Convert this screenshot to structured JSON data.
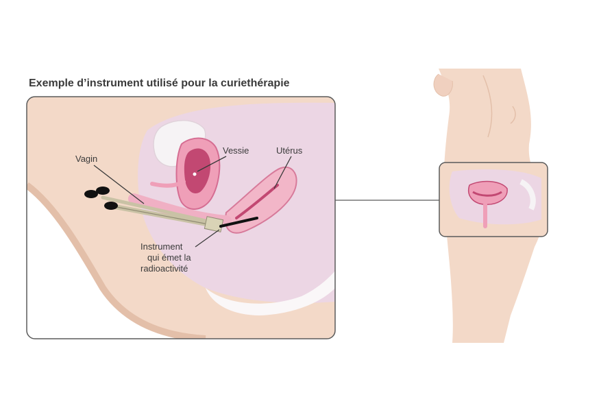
{
  "title": "Exemple d’instrument utilisé pour la curiethérapie",
  "labels": {
    "vagin": "Vagin",
    "vessie": "Vessie",
    "uterus": "Utérus",
    "instrument_line1": "Instrument",
    "instrument_line2": "qui émet la",
    "instrument_line3": "radioactivité"
  },
  "colors": {
    "skin": "#f3d9c8",
    "skin_dark": "#e6c2ad",
    "pelvis_pink": "#ead3e0",
    "organ_pink": "#ef9fb8",
    "organ_dark": "#c24872",
    "frame": "#5a5a5a"
  }
}
